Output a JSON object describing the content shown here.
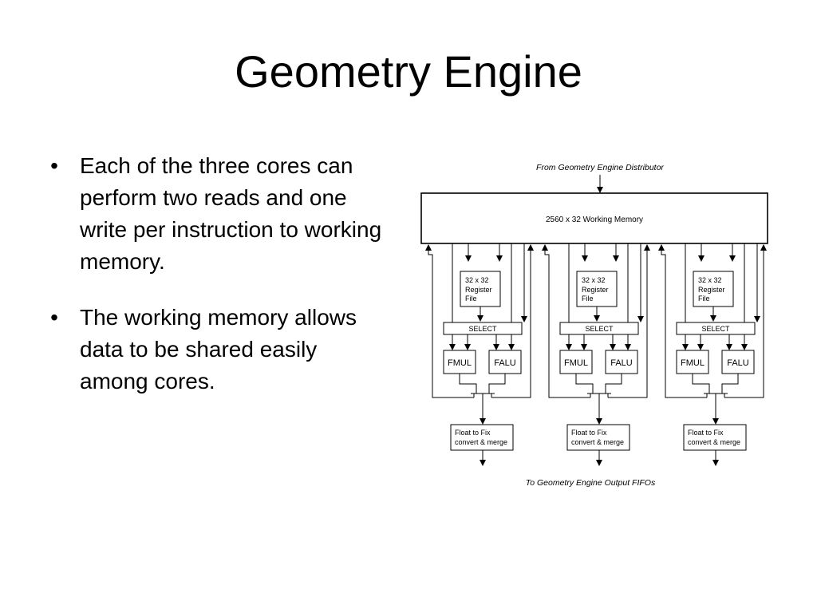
{
  "title": "Geometry Engine",
  "bullets": [
    {
      "marker": "•",
      "text": "Each of the three cores can perform two reads and one write per instruction to working memory."
    },
    {
      "marker": "•",
      "text": "The working memory allows data to be shared easily among cores."
    }
  ],
  "diagram": {
    "top_caption": "From Geometry Engine Distributor",
    "bottom_caption": "To Geometry Engine Output FIFOs",
    "memory_label": "2560 x 32 Working Memory",
    "cores": [
      {
        "register_file": [
          "32 x 32",
          "Register",
          "File"
        ],
        "select": "SELECT",
        "fmul": "FMUL",
        "falu": "FALU",
        "converter": [
          "Float to Fix",
          "convert & merge"
        ]
      },
      {
        "register_file": [
          "32 x 32",
          "Register",
          "File"
        ],
        "select": "SELECT",
        "fmul": "FMUL",
        "falu": "FALU",
        "converter": [
          "Float to Fix",
          "convert & merge"
        ]
      },
      {
        "register_file": [
          "32 x 32",
          "Register",
          "File"
        ],
        "select": "SELECT",
        "fmul": "FMUL",
        "falu": "FALU",
        "converter": [
          "Float to Fix",
          "convert & merge"
        ]
      }
    ]
  }
}
